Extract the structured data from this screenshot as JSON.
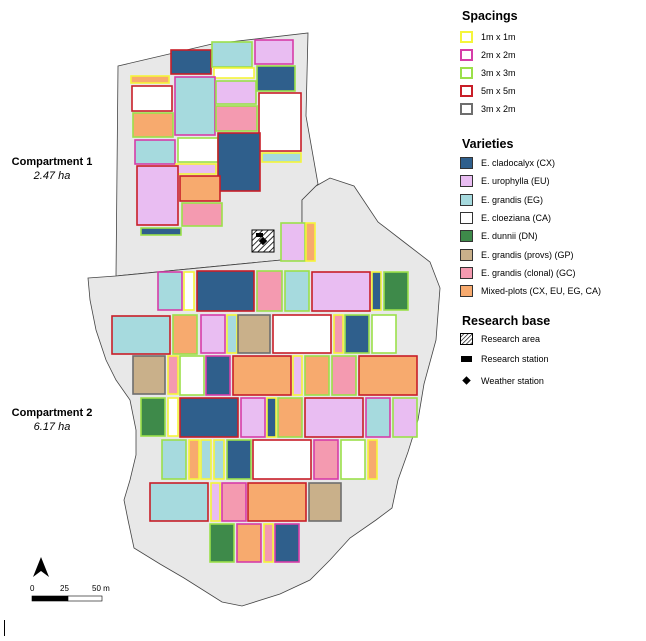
{
  "compartments": [
    {
      "name": "Compartment 1",
      "area": "2.47 ha"
    },
    {
      "name": "Compartment 2",
      "area": "6.17 ha"
    }
  ],
  "legend": {
    "spacings_title": "Spacings",
    "spacings": [
      {
        "label": "1m x 1m",
        "color": "#f5f53a"
      },
      {
        "label": "2m x 2m",
        "color": "#d63da8"
      },
      {
        "label": "3m x 3m",
        "color": "#9be04a"
      },
      {
        "label": "5m x 5m",
        "color": "#c81e28"
      },
      {
        "label": "3m x 2m",
        "color": "#6e6e6e"
      }
    ],
    "varieties_title": "Varieties",
    "varieties": [
      {
        "label": "E. cladocalyx (CX)",
        "color": "#2f5f8c"
      },
      {
        "label": "E. urophylla (EU)",
        "color": "#e9bdf2"
      },
      {
        "label": "E. grandis (EG)",
        "color": "#a6dade"
      },
      {
        "label": "E. cloeziana (CA)",
        "color": "#ffffff"
      },
      {
        "label": "E. dunnii (DN)",
        "color": "#3e8a4a"
      },
      {
        "label": "E. grandis (provs) (GP)",
        "color": "#c9b08a"
      },
      {
        "label": "E. grandis (clonal) (GC)",
        "color": "#f49ab0"
      },
      {
        "label": "Mixed-plots (CX, EU, EG, CA)",
        "color": "#f7aa6e"
      }
    ],
    "research_title": "Research base",
    "research": [
      {
        "label": "Research area",
        "symbol": "hatched-square"
      },
      {
        "label": "Research station",
        "symbol": "black-rectangle"
      },
      {
        "label": "Weather station",
        "symbol": "black-diamond"
      }
    ]
  },
  "scale": {
    "labels": [
      "0",
      "25",
      "50 m"
    ]
  },
  "north_arrow": {
    "icon": "north-arrow-icon"
  }
}
